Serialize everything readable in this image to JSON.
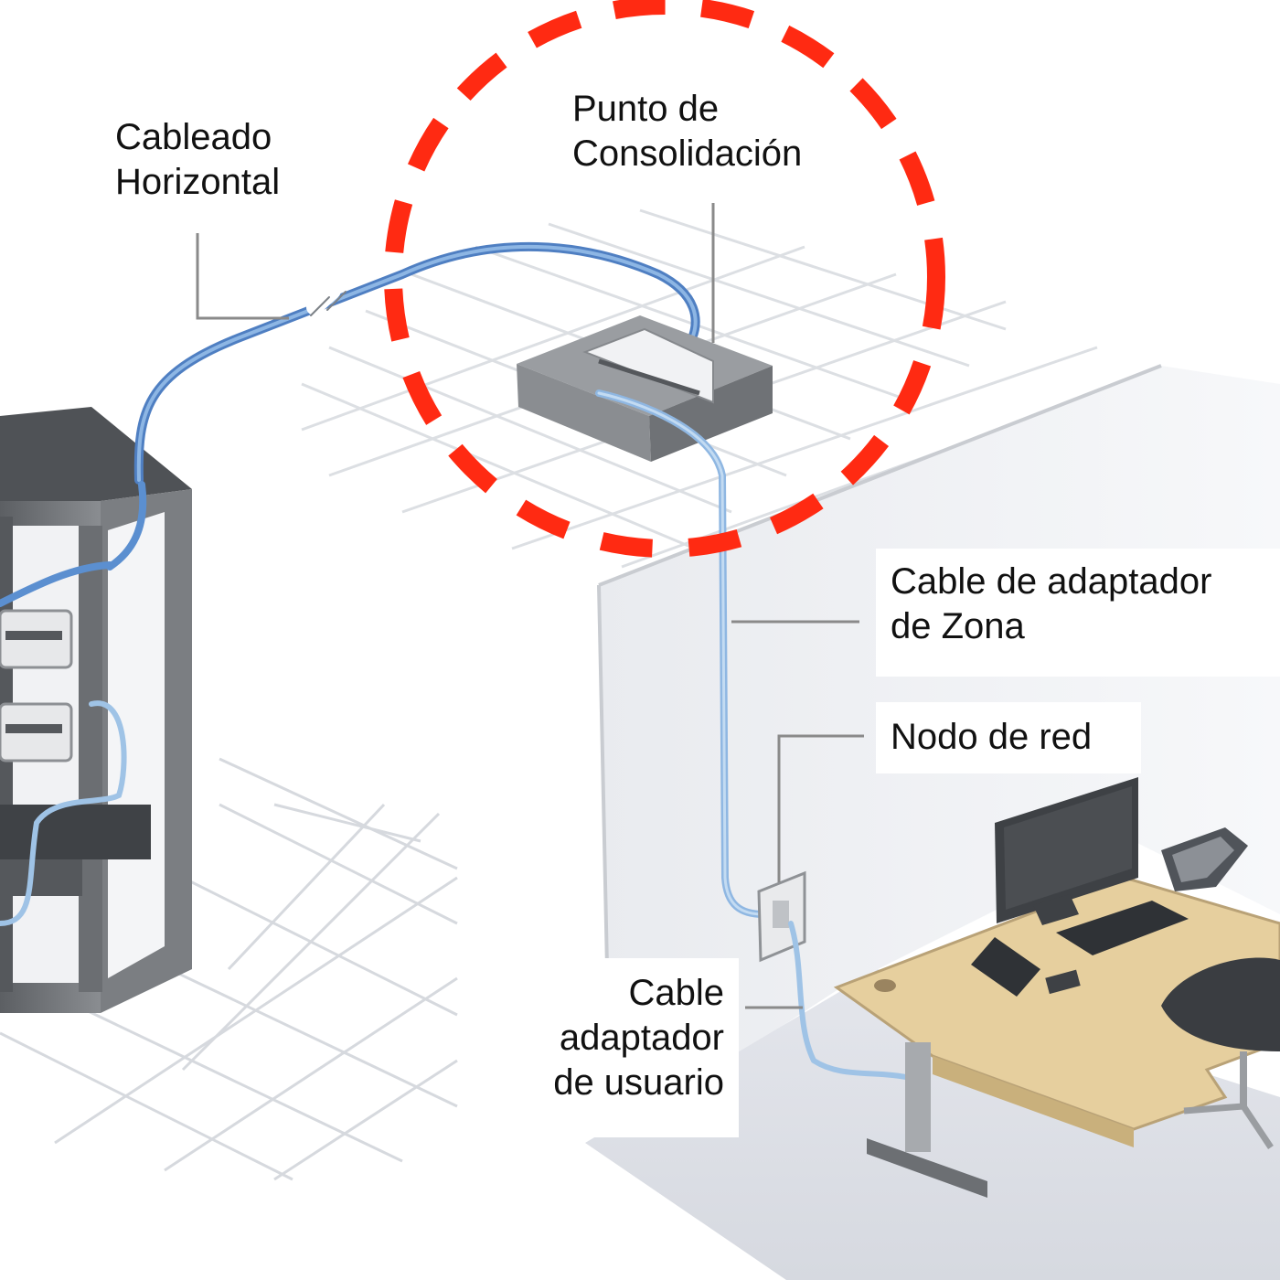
{
  "labels": {
    "horizontal_cabling": [
      "Cableado",
      "Horizontal"
    ],
    "consolidation_point": [
      "Punto de",
      "Consolidación"
    ],
    "zone_adapter_cable": [
      "Cable de adaptador",
      "de Zona"
    ],
    "network_node": [
      "Nodo de red"
    ],
    "user_adapter_cable": [
      "Cable",
      "adaptador",
      "de usuario"
    ]
  },
  "colors": {
    "highlight_circle": "#ff2a12",
    "cable_blue": "#5b8fd0",
    "cable_light": "#9fc3e6",
    "leader_line": "#8a8a8a",
    "rack": "#6f7276",
    "grid": "#cfd2d6",
    "desk": "#e6cf9e"
  }
}
